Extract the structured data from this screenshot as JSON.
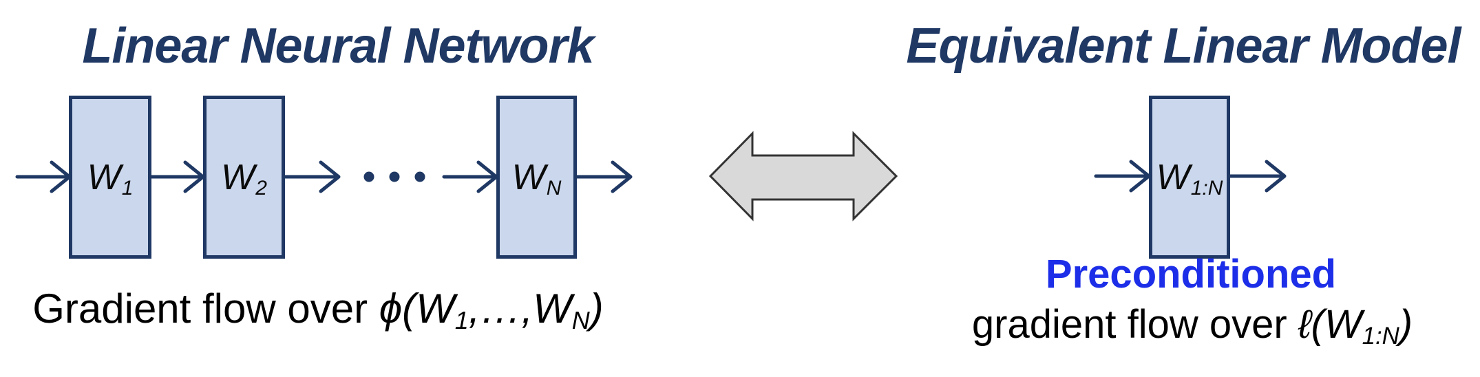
{
  "titles": {
    "left": "Linear Neural Network",
    "right": "Equivalent Linear Model"
  },
  "left_diagram": {
    "boxes": [
      {
        "base": "W",
        "sub": "1"
      },
      {
        "base": "W",
        "sub": "2"
      },
      {
        "base": "W",
        "sub": "N"
      }
    ]
  },
  "right_diagram": {
    "box": {
      "base": "W",
      "sub": "1:N"
    }
  },
  "captions": {
    "left": {
      "prefix": "Gradient flow over ",
      "expr_open": "ϕ(W",
      "sub_first": "1",
      "expr_mid": ",…,W",
      "sub_last": "N",
      "expr_close": ")"
    },
    "right": {
      "line1": "Preconditioned",
      "prefix": "gradient flow over ",
      "expr_open": "ℓ(W",
      "sub": "1:N",
      "expr_close": ")"
    }
  },
  "icons": {
    "ellipsis_dots": "• • •",
    "equivalence_arrow": "⬌"
  },
  "colors": {
    "navy": "#1F3864",
    "box_fill": "#CBD7EC",
    "box_border": "#1F3864",
    "highlight_blue": "#1D2EE8",
    "gray_arrow_fill": "#D9D9D9",
    "gray_arrow_stroke": "#333333",
    "caption_text": "#000000",
    "background": "#FFFFFF"
  }
}
